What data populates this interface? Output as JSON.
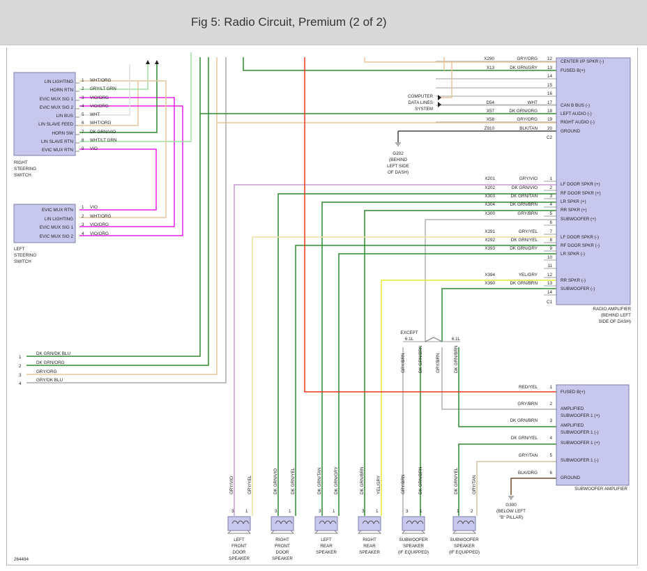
{
  "header": {
    "title": "Fig 5: Radio Circuit, Premium (2 of 2)"
  },
  "figure_id": "264494",
  "right_steering_switch": {
    "name": [
      "RIGHT",
      "STEERING",
      "SWITCH"
    ],
    "pins": [
      {
        "label": "LIN LIGHTING",
        "num": "1",
        "wire": "WHT/ORG"
      },
      {
        "label": "HORN RTN",
        "num": "2",
        "wire": "GRY/LT GRN"
      },
      {
        "label": "EVIC MUX SIG 1",
        "num": "3",
        "wire": "VIO/ORG"
      },
      {
        "label": "EVIC MUX SIG 2",
        "num": "4",
        "wire": "VIO/ORG"
      },
      {
        "label": "LIN BUS",
        "num": "5",
        "wire": "WHT"
      },
      {
        "label": "LIN SLAVE FEED",
        "num": "6",
        "wire": "WHT/ORG"
      },
      {
        "label": "HORN SW",
        "num": "7",
        "wire": "DK GRN/VIO"
      },
      {
        "label": "LIN SLAVE RTN",
        "num": "8",
        "wire": "WHT/LT GRN"
      },
      {
        "label": "EVIC MUX RTN",
        "num": "9",
        "wire": "VIO"
      }
    ]
  },
  "left_steering_switch": {
    "name": [
      "LEFT",
      "STEERING",
      "SWITCH"
    ],
    "pins": [
      {
        "label": "EVIC MUX RTN",
        "num": "1",
        "wire": "VIO"
      },
      {
        "label": "LIN LIGHTING",
        "num": "2",
        "wire": "WHT/ORG"
      },
      {
        "label": "EVIC MUX SIG 1",
        "num": "3",
        "wire": "VIO/ORG"
      },
      {
        "label": "EVIC MUX SIG 2",
        "num": "4",
        "wire": "VIO/ORG"
      }
    ]
  },
  "left_off_page": [
    {
      "num": "1",
      "wire": "DK GRN/DK BLU"
    },
    {
      "num": "2",
      "wire": "DK GRN/ORG"
    },
    {
      "num": "3",
      "wire": "GRY/ORG"
    },
    {
      "num": "4",
      "wire": "GRY/DK BLU"
    }
  ],
  "radio_amplifier": {
    "name": [
      "RADIO AMPLIFIER",
      "(BEHIND LEFT",
      "SIDE OF DASH)"
    ],
    "c2": {
      "connector": "C2",
      "pins": [
        {
          "num": "12",
          "circuit": "X290",
          "wire": "GRY/ORG",
          "label": "CENTER I/P SPKR (-)"
        },
        {
          "num": "13",
          "circuit": "X13",
          "wire": "DK GRN/GRY",
          "label": "FUSED B(+)"
        },
        {
          "num": "14",
          "circuit": "",
          "wire": "",
          "label": ""
        },
        {
          "num": "15",
          "circuit": "",
          "wire": "",
          "label": ""
        },
        {
          "num": "16",
          "circuit": "",
          "wire": "",
          "label": ""
        },
        {
          "num": "17",
          "circuit": "D54",
          "wire": "WHT",
          "label": "CAN B BUS (-)"
        },
        {
          "num": "18",
          "circuit": "X57",
          "wire": "DK GRN/ORG",
          "label": "LEFT AUDIO (-)"
        },
        {
          "num": "19",
          "circuit": "X58",
          "wire": "GRY/ORG",
          "label": "RIGHT AUDIO (-)"
        },
        {
          "num": "20",
          "circuit": "Z910",
          "wire": "BLK/TAN",
          "label": "GROUND"
        }
      ]
    },
    "c1": {
      "connector": "C1",
      "pins": [
        {
          "num": "1",
          "circuit": "X201",
          "wire": "GRY/VIO",
          "label": "LF DOOR SPKR (+)"
        },
        {
          "num": "2",
          "circuit": "X202",
          "wire": "DK GRN/VIO",
          "label": "RF DOOR SPKR (+)"
        },
        {
          "num": "3",
          "circuit": "X303",
          "wire": "DK GRN/TAN",
          "label": "LR SPKR (+)"
        },
        {
          "num": "4",
          "circuit": "X304",
          "wire": "DK GRN/BRN",
          "label": "RR SPKR (+)"
        },
        {
          "num": "5",
          "circuit": "X300",
          "wire": "GRY/BRN",
          "label": "SUBWOOFER (+)"
        },
        {
          "num": "6",
          "circuit": "",
          "wire": "",
          "label": ""
        },
        {
          "num": "7",
          "circuit": "X291",
          "wire": "GRY/YEL",
          "label": "LF DOOR SPKR (-)"
        },
        {
          "num": "8",
          "circuit": "X292",
          "wire": "DK GRN/YEL",
          "label": "RF DOOR SPKR (-)"
        },
        {
          "num": "9",
          "circuit": "X393",
          "wire": "DK GRN/GRY",
          "label": "LR SPKR (-)"
        },
        {
          "num": "10",
          "circuit": "",
          "wire": "",
          "label": ""
        },
        {
          "num": "11",
          "circuit": "",
          "wire": "",
          "label": ""
        },
        {
          "num": "12",
          "circuit": "X394",
          "wire": "YEL/GRY",
          "label": "RR SPKR (-)"
        },
        {
          "num": "13",
          "circuit": "X390",
          "wire": "DK GRN/BRN",
          "label": "SUBWOOFER (-)"
        },
        {
          "num": "14",
          "circuit": "",
          "wire": "",
          "label": ""
        }
      ]
    }
  },
  "computer_data_lines": [
    "COMPUTER",
    "DATA LINES",
    "SYSTEM"
  ],
  "g202": [
    "G202",
    "(BEHIND",
    "LEFT SIDE",
    "OF DASH)"
  ],
  "except_label": [
    "EXCEPT",
    "6.1L"
  ],
  "label_61l": "6.1L",
  "subwoofer_amp": {
    "name": "SUBWOOFER AMPLIFIER",
    "pins": [
      {
        "num": "1",
        "wire": "RED/YEL",
        "label": [
          "FUSED B(+)"
        ]
      },
      {
        "num": "2",
        "wire": "GRY/BRN",
        "label": [
          "AMPLIFIED",
          "SUBWOOFER 1 (+)"
        ]
      },
      {
        "num": "3",
        "wire": "DK GRN/BRN",
        "label": [
          "AMPLIFIED",
          "SUBWOOFER 1 (-)"
        ]
      },
      {
        "num": "4",
        "wire": "DK GRN/YEL",
        "label": [
          "SUBWOOFER 1 (+)"
        ]
      },
      {
        "num": "5",
        "wire": "GRY/TAN",
        "label": [
          "SUBWOOFER 1 (-)"
        ]
      },
      {
        "num": "6",
        "wire": "BLK/ORG",
        "label": [
          "GROUND"
        ]
      }
    ]
  },
  "g300": [
    "G300",
    "(BELOW LEFT",
    "\"B\" PILLAR)"
  ],
  "vertical_labels": {
    "sub_mid": [
      "GRY/BRN",
      "DK GRN/BRN",
      "GRY/BRN",
      "DK GRN/BRN"
    ]
  },
  "speakers": [
    {
      "name": [
        "LEFT",
        "FRONT",
        "DOOR",
        "SPEAKER"
      ],
      "pins": [
        "3",
        "1"
      ],
      "wires": [
        "GRY/VIO",
        "GRY/YEL"
      ]
    },
    {
      "name": [
        "RIGHT",
        "FRONT",
        "DOOR",
        "SPEAKER"
      ],
      "pins": [
        "3",
        "1"
      ],
      "wires": [
        "DK GRN/VIO",
        "DK GRN/YEL"
      ]
    },
    {
      "name": [
        "LEFT",
        "REAR",
        "SPEAKER"
      ],
      "pins": [
        "3",
        "1"
      ],
      "wires": [
        "DK GRN/TAN",
        "DK GRN/GRY"
      ]
    },
    {
      "name": [
        "RIGHT",
        "REAR",
        "SPEAKER"
      ],
      "pins": [
        "3",
        "1"
      ],
      "wires": [
        "DK GRN/BRN",
        "YEL/GRY"
      ]
    },
    {
      "name": [
        "SUBWOOFER",
        "SPEAKER",
        "(IF EQUIPPED)"
      ],
      "pins": [
        "3",
        "1"
      ],
      "wires": [
        "GRY/BRN",
        "DK GRN/BRN"
      ]
    },
    {
      "name": [
        "SUBWOOFER",
        "SPEAKER",
        "(IF EQUIPPED)"
      ],
      "pins": [
        "1",
        "2"
      ],
      "wires": [
        "DK GRN/YEL",
        "GRY/TAN"
      ]
    }
  ],
  "colors": {
    "header_bg": "#d9d9d9",
    "box_fill": "#c8c8ee",
    "vio": "#e81ee8",
    "dkgrn": "#2f8a2f",
    "gry": "#9a9a9a",
    "red": "#e8371b",
    "yel": "#e8e830",
    "tan": "#e6c59a"
  }
}
